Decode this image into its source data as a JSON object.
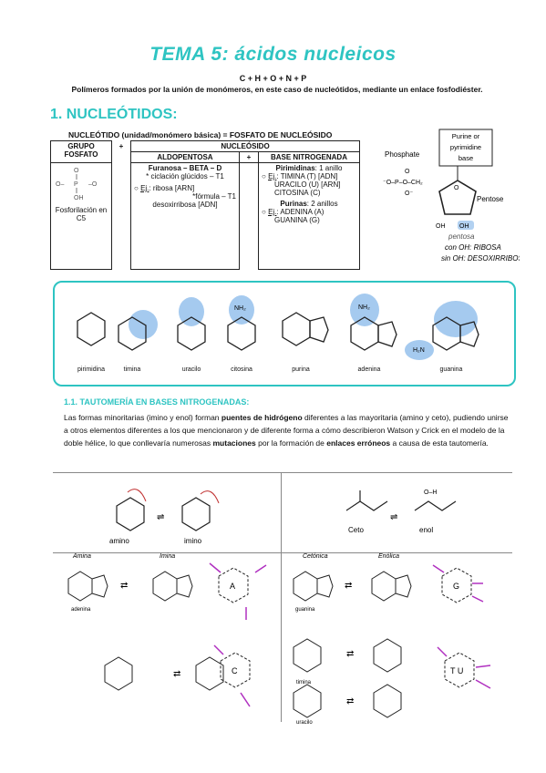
{
  "title": "TEMA 5: ácidos nucleicos",
  "formula": "C + H + O + N + P",
  "intro": "Polímeros formados por la unión de monómeros, en este caso de nucleótidos, mediante un enlace fosfodiéster.",
  "section1": "1. NUCLEÓTIDOS:",
  "definition": "NUCLEÓTIDO (unidad/monómero básica) = FOSFATO DE NUCLEÓSIDO",
  "table": {
    "h_grupo": "GRUPO FOSFATO",
    "plus1": "+",
    "h_nucleosido": "NUCLEÓSIDO",
    "h_aldopentosa": "ALDOPENTOSA",
    "plus2": "+",
    "h_base": "BASE NITROGENADA",
    "fosforilacion": "Fosforilación en C5",
    "furanosa": "Furanosa – BETA – D",
    "ciclacion": "* ciclación glúcidos – T1",
    "ej1_label": "Ej.",
    "ej1_text": ": ribosa [ARN]",
    "formula_t1": "*fórmula – T1",
    "desox": "desoxirribosa [ADN]",
    "pirimidinas": "Pirimidinas",
    "pirimidinas_rest": ": 1 anillo",
    "ej2_label": "Ej.",
    "ej2_text": ": TIMINA (T) [ADN]",
    "uracilo": "URACILO (U) [ARN]",
    "citosina": "CITOSINA (C)",
    "purinas": "Purinas",
    "purinas_rest": ": 2 anillos",
    "ej3_label": "Ej.",
    "ej3_text": ": ADENINA (A)",
    "guanina": "GUANINA (G)"
  },
  "diagram": {
    "phosphate": "Phosphate",
    "base_box": "Purine or pyrimidine base",
    "pentose": "Pentose",
    "oh": "OH",
    "oh2": "OH",
    "note": "pentosa",
    "caption1": "con OH: RIBOSA",
    "caption2": "sin OH: DESOXIRRIBOSA"
  },
  "molecules": [
    "pirimidina",
    "timina",
    "uracilo",
    "citosina",
    "purina",
    "adenina",
    "guanina"
  ],
  "section11": "1.1. TAUTOMERÍA EN BASES NITROGENADAS:",
  "paragraph": {
    "p1": "Las formas minoritarias (imino y enol) forman ",
    "p2": "puentes de hidrógeno",
    "p3": " diferentes a las mayoritaria (amino y ceto), pudiendo unirse a otros elementos diferentes a los que mencionaron y de diferente forma a cómo describieron Watson y Crick en el modelo de la doble hélice, lo que conllevaría numerosas ",
    "p4": "mutaciones",
    "p5": " por la formación de ",
    "p6": "enlaces erróneos",
    "p7": " a causa de esta tautomería."
  },
  "tautomer_labels": {
    "amino": "amino",
    "imino": "imino",
    "ceto": "Ceto",
    "enol": "enol",
    "amina": "Amina",
    "imina": "Imina",
    "adenina": "adenina",
    "cetonica": "Cetónica",
    "enolica": "Enólica",
    "guanina": "guanina",
    "timina": "timina",
    "uracilo": "uracilo",
    "A": "A",
    "G": "G",
    "C": "C",
    "TU": "T U"
  },
  "colors": {
    "accent": "#2ec4c2",
    "highlight": "#7fb3e8",
    "arrow": "#b030c0"
  }
}
